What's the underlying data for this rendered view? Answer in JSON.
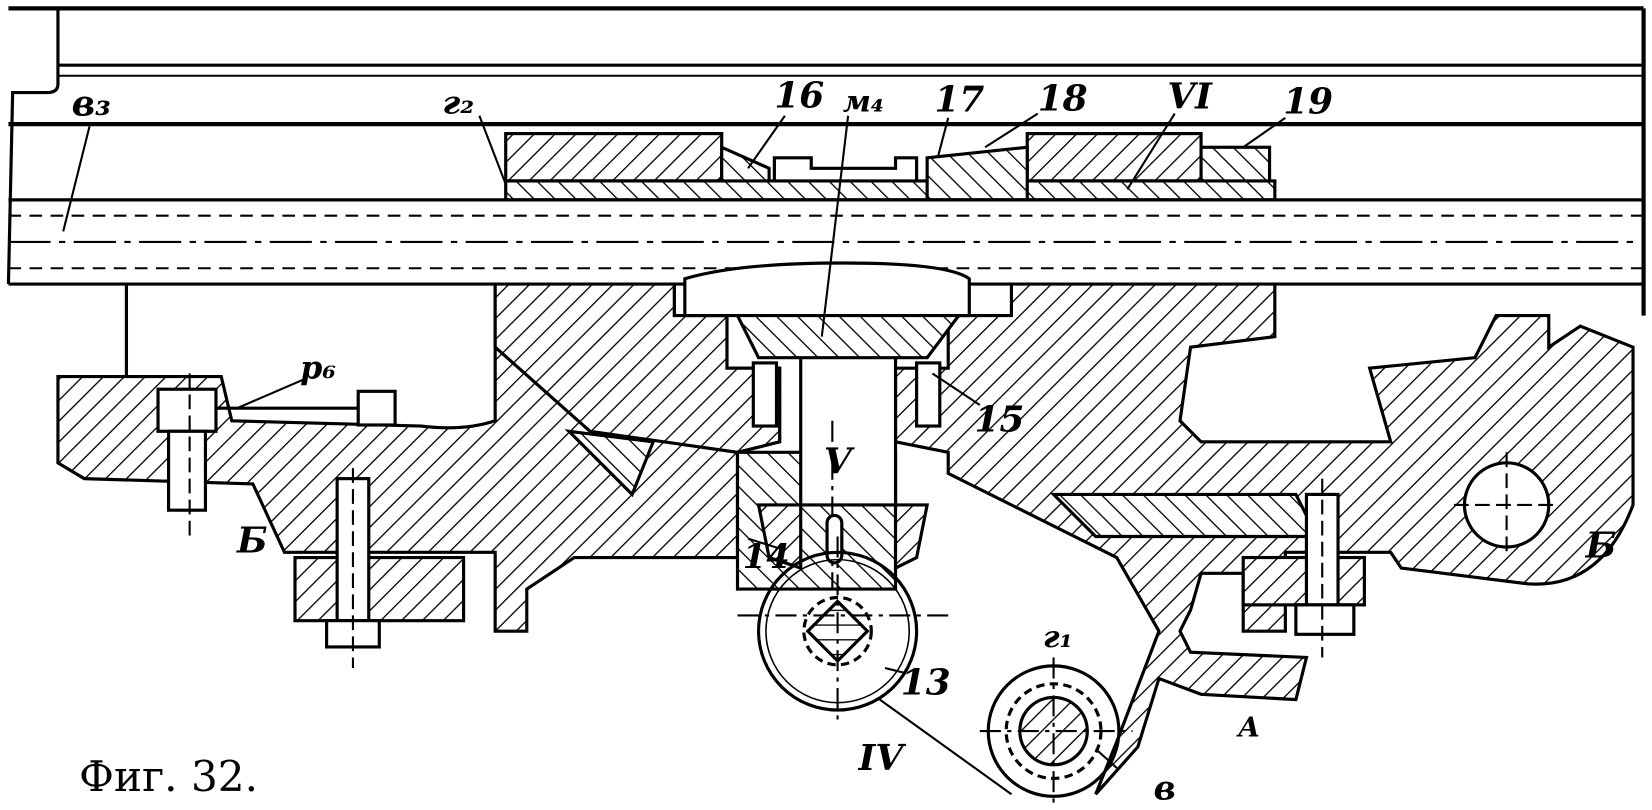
{
  "figure": {
    "caption": "Фиг. 32.",
    "labels": {
      "v3": "в₃",
      "g2": "г₂",
      "n16": "16",
      "m4": "м₄",
      "n17": "17",
      "n18": "18",
      "vi": "VI",
      "n19": "19",
      "r6": "р₆",
      "n15": "15",
      "v_roman": "V",
      "b_left": "Б",
      "b_right": "Б",
      "n14": "14",
      "n13": "13",
      "iv": "IV",
      "g1": "г₁",
      "a": "А",
      "v": "в"
    }
  }
}
